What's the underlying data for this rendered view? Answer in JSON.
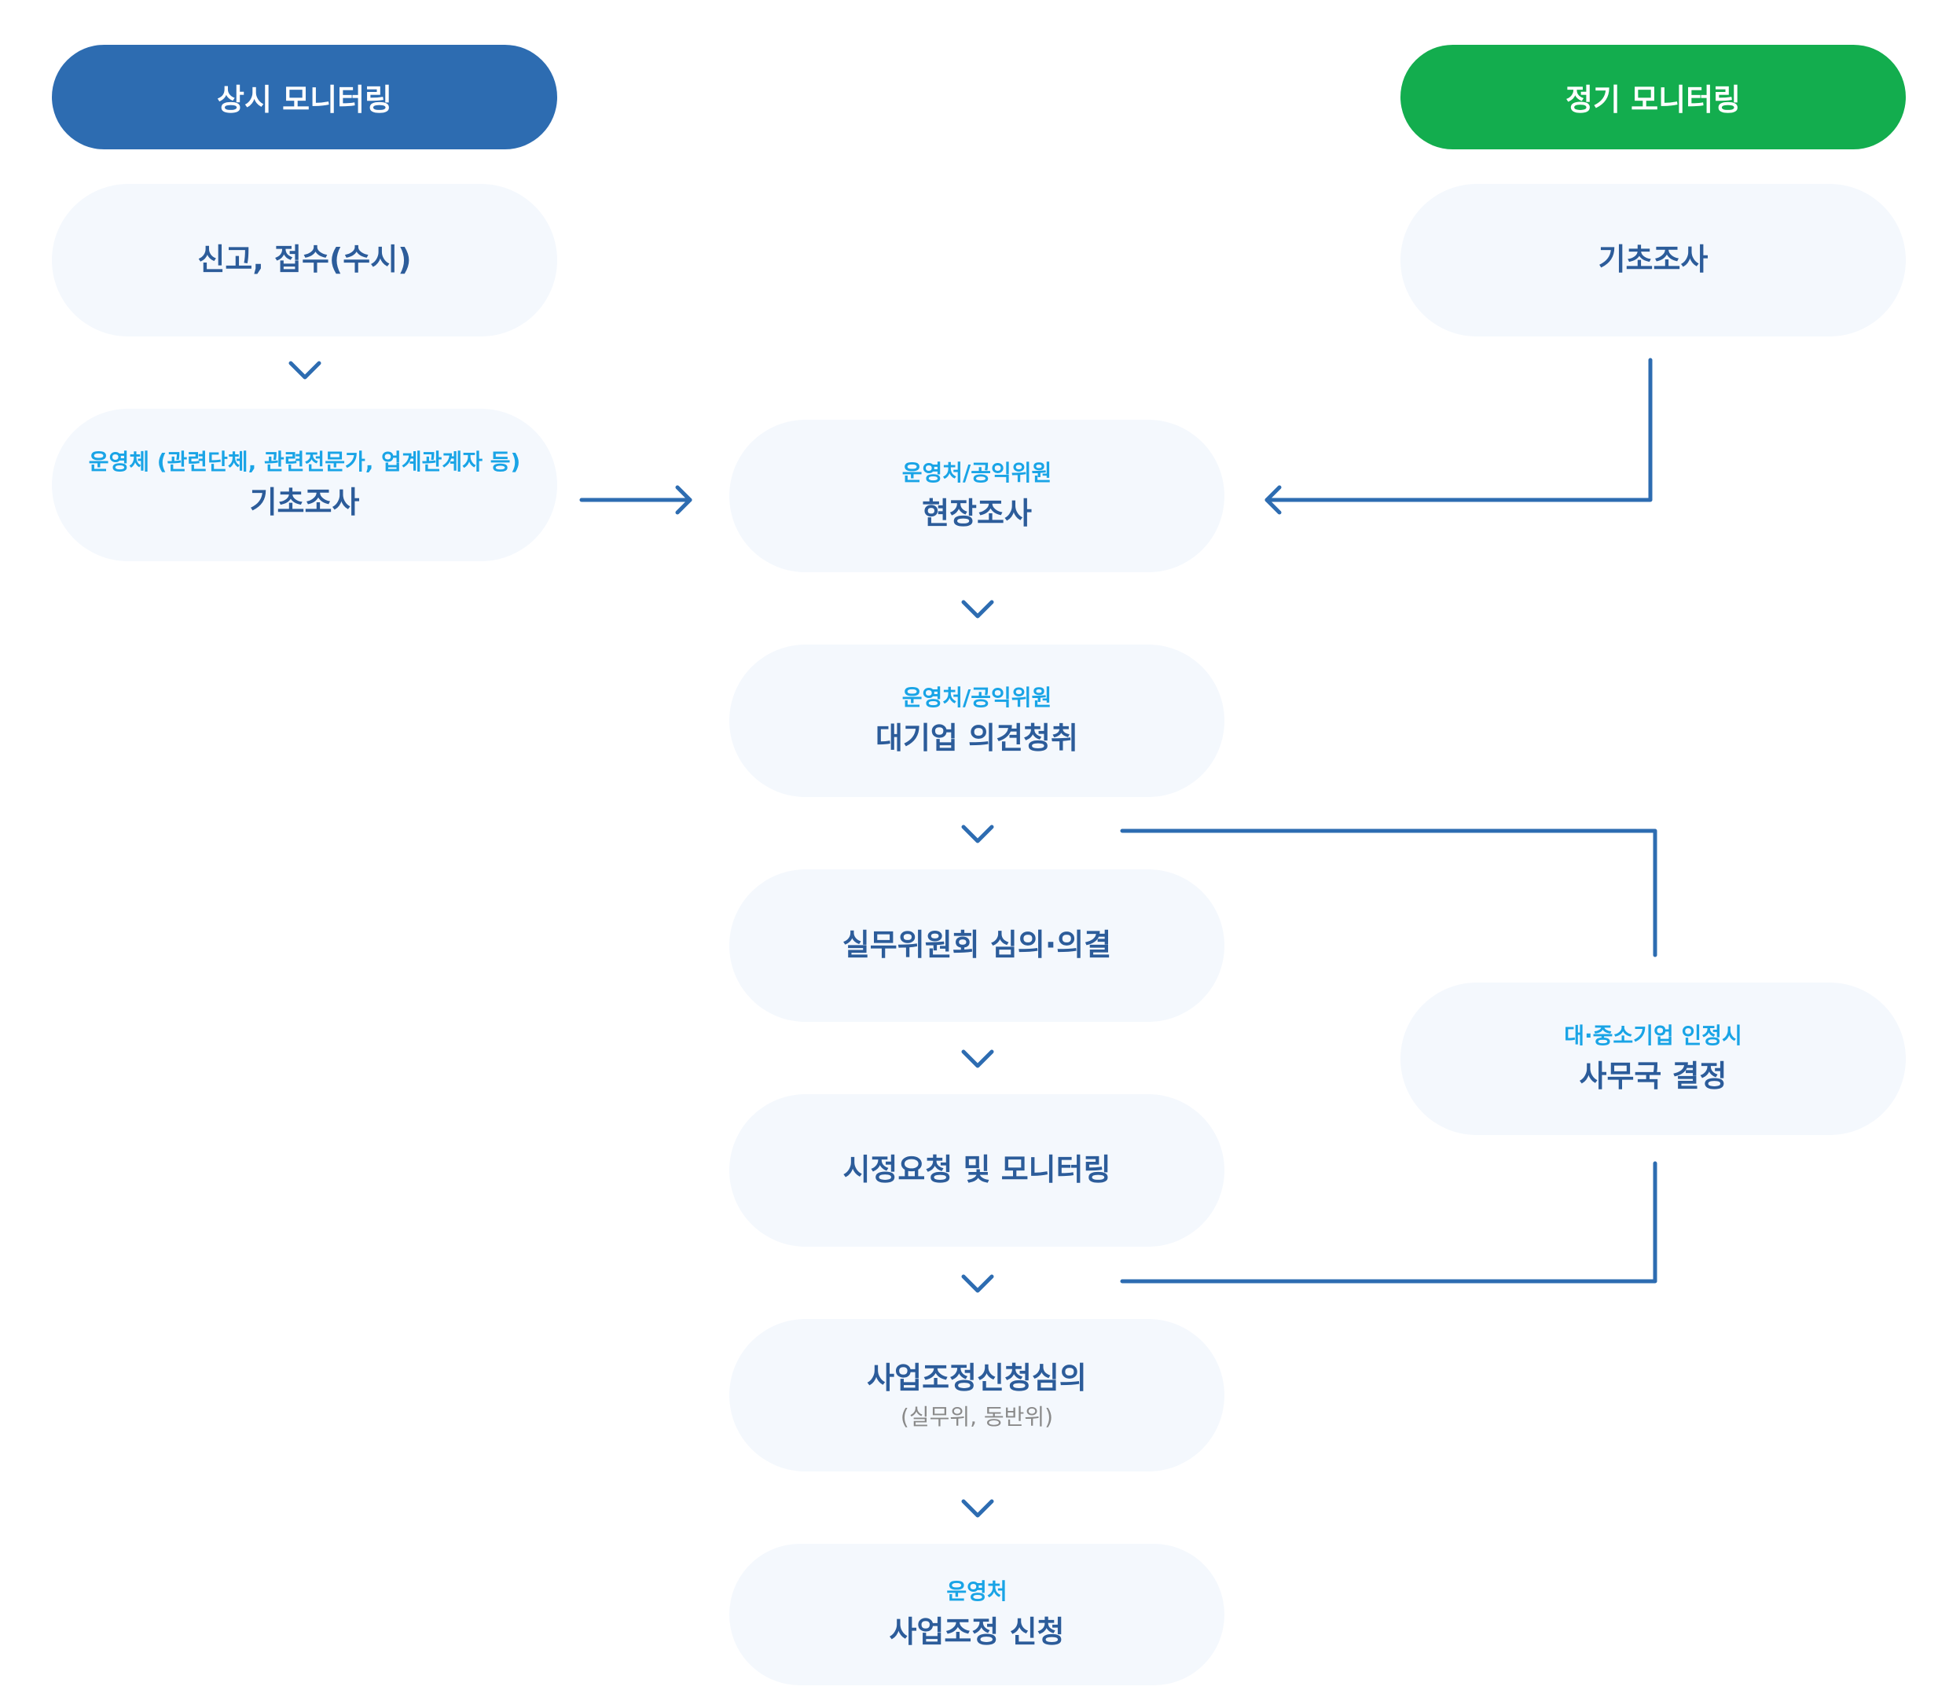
{
  "headers": {
    "left": "상시 모니터링",
    "right": "정기 모니터링"
  },
  "boxes": {
    "report": {
      "main": "신고, 접수(수시)"
    },
    "basic_left": {
      "sub": "운영체 (관련단체, 관련전문가, 업계관계자 등)",
      "main": "기초조사"
    },
    "basic_right": {
      "main": "기초조사"
    },
    "site": {
      "sub": "운영처/공익위원",
      "main": "현장조사"
    },
    "hearing": {
      "sub": "운영처/공익위원",
      "main": "대기업 의견청취"
    },
    "committee": {
      "main": "실무위원회 심의·의결"
    },
    "recommend": {
      "main": "시정요청 및 모니터링"
    },
    "review": {
      "main": "사업조정신청심의",
      "note": "(실무위, 동반위)"
    },
    "apply": {
      "sub": "운영처",
      "main": "사업조정 신청"
    },
    "secretariat": {
      "sub": "대·중소기업 인정시",
      "main": "사무국 결정"
    }
  },
  "colors": {
    "header_left": "#2d6cb1",
    "header_right": "#13ad4e",
    "box_bg": "#f4f8fd",
    "main_text": "#2c5c9a",
    "sub_text": "#19a4e6",
    "connector": "#2d6cb1"
  }
}
